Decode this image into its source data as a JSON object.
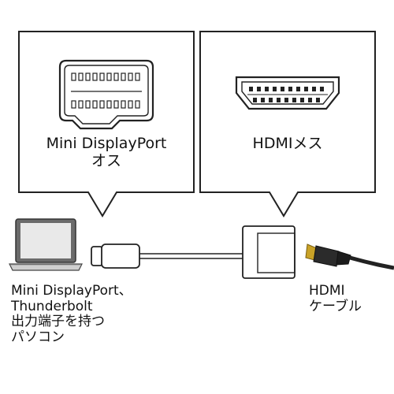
{
  "callouts": {
    "left": {
      "line1": "Mini DisplayPort",
      "line2": "オス",
      "connector_icon": "mini-displayport-connector-icon"
    },
    "right": {
      "line1": "HDMIメス",
      "connector_icon": "hdmi-connector-icon"
    }
  },
  "devices": {
    "laptop_icon": "laptop-icon",
    "adapter_icon": "adapter-icon",
    "cable_icon": "hdmi-cable-icon"
  },
  "captions": {
    "laptop": {
      "line1": "Mini DisplayPort、",
      "line2": "Thunderbolt",
      "line3": "出力端子を持つ",
      "line4": "パソコン"
    },
    "cable": {
      "line1": "HDMI",
      "line2": "ケーブル"
    }
  },
  "colors": {
    "outline": "#222222",
    "background": "#ffffff",
    "laptop_body": "#d9d9d9",
    "cable_tip": "#c9a227"
  }
}
